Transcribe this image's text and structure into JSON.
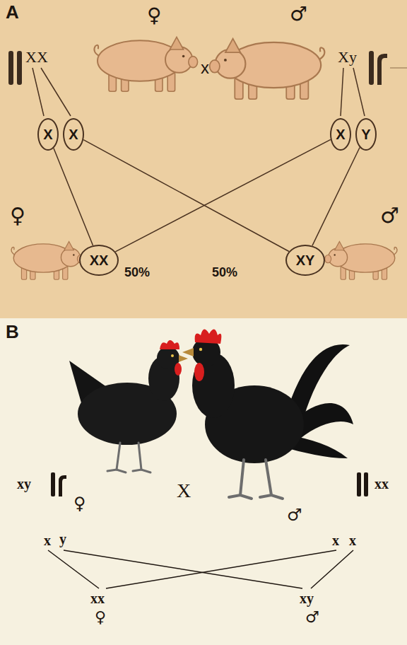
{
  "diagram": {
    "nodes": [
      {
        "text": [
          "X"
        ]
      },
      {
        "text": [
          "X"
        ]
      },
      {
        "text": [
          "X"
        ]
      },
      {
        "text": [
          "Y"
        ]
      },
      {
        "text": [
          "XX"
        ]
      },
      {
        "text": [
          "XY"
        ]
      }
    ],
    "edges": [
      {
        "from": 0,
        "to": 4,
        "arrow": "none"
      },
      {
        "from": 1,
        "to": 5,
        "arrow": "none"
      },
      {
        "from": 2,
        "to": 4,
        "arrow": "none"
      },
      {
        "from": 3,
        "to": 5,
        "arrow": "none"
      }
    ],
    "labels": [
      "A",
      "♀",
      "♂",
      "x",
      "XX",
      "Xy",
      "♀",
      "50%",
      "50%",
      "♂",
      "B",
      "xy",
      "♀",
      "X",
      "♂",
      "xx",
      "x",
      "y",
      "x",
      "x",
      "xx",
      "♀",
      "xy",
      "♂"
    ]
  }
}
